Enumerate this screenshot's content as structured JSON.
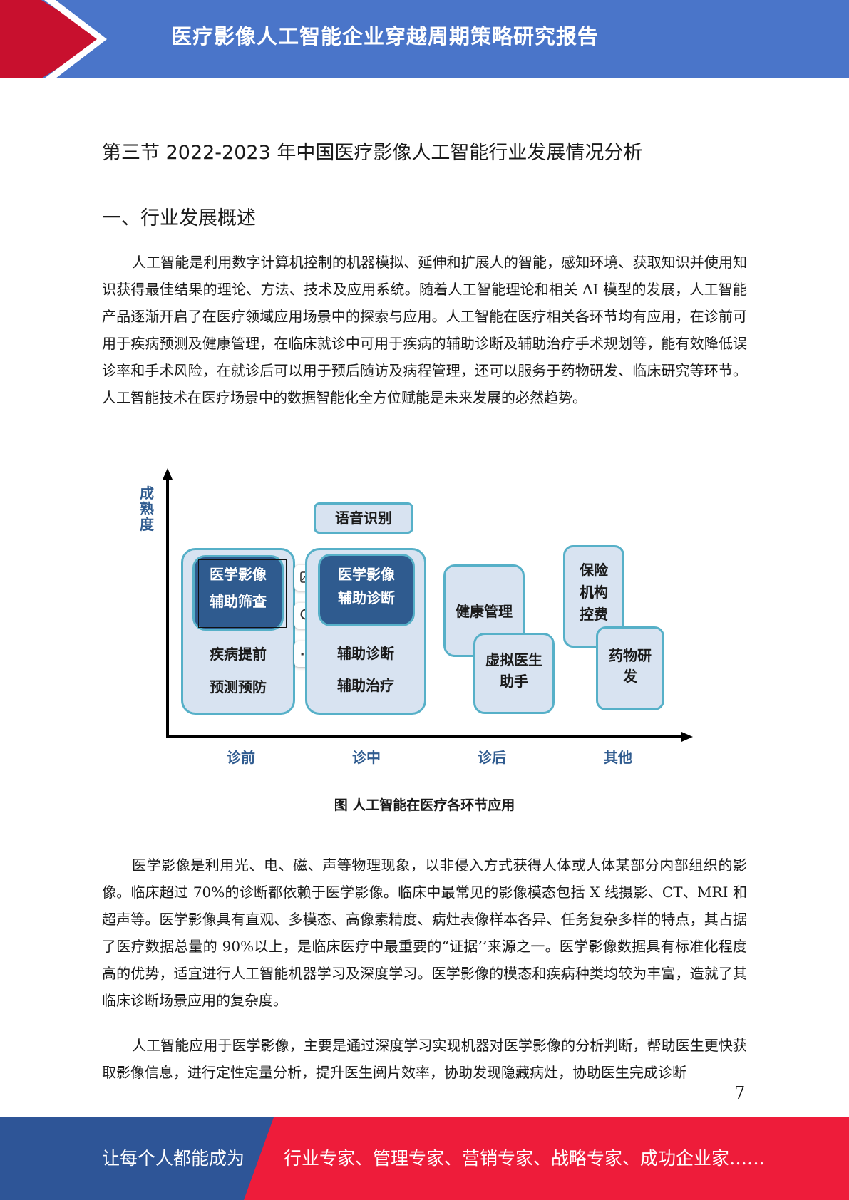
{
  "header": {
    "title": "医疗影像人工智能企业穿越周期策略研究报告"
  },
  "section_title": "第三节 2022-2023 年中国医疗影像人工智能行业发展情况分析",
  "subsection_title": "一、行业发展概述",
  "paragraphs": [
    "人工智能是利用数字计算机控制的机器模拟、延伸和扩展人的智能，感知环境、获取知识并使用知识获得最佳结果的理论、方法、技术及应用系统。随着人工智能理论和相关 AI 模型的发展，人工智能产品逐渐开启了在医疗领域应用场景中的探索与应用。人工智能在医疗相关各环节均有应用，在诊前可用于疾病预测及健康管理，在临床就诊中可用于疾病的辅助诊断及辅助治疗手术规划等，能有效降低误诊率和手术风险，在就诊后可以用于预后随访及病程管理，还可以服务于药物研发、临床研究等环节。人工智能技术在医疗场景中的数据智能化全方位赋能是未来发展的必然趋势。",
    "医学影像是利用光、电、磁、声等物理现象，以非侵入方式获得人体或人体某部分内部组织的影像。临床超过 70%的诊断都依赖于医学影像。临床中最常见的影像模态包括 X 线摄影、CT、MRI 和超声等。医学影像具有直观、多模态、高像素精度、病灶表像样本各异、任务复杂多样的特点，其占据了医疗数据总量的 90%以上，是临床医疗中最重要的“证据’’来源之一。医学影像数据具有标准化程度高的优势，适宜进行人工智能机器学习及深度学习。医学影像的模态和疾病种类均较为丰富，造就了其临床诊断场景应用的复杂度。",
    "人工智能应用于医学影像，主要是通过深度学习实现机器对医学影像的分析判断，帮助医生更快获取影像信息，进行定性定量分析，提升医生阅片效率，协助发现隐藏病灶，协助医生完成诊断"
  ],
  "figure": {
    "y_label": "成熟度",
    "x_labels": [
      "诊前",
      "诊中",
      "诊后",
      "其他"
    ],
    "boxes": {
      "screening": [
        "医学影像",
        "辅助筛查"
      ],
      "prevention": [
        "疾病提前",
        "预测预防"
      ],
      "speech": "语音识别",
      "diagnosis": [
        "医学影像",
        "辅助诊断"
      ],
      "assist": [
        "辅助诊断",
        "辅助治疗"
      ],
      "health": "健康管理",
      "virtual": [
        "虚拟医生",
        "助手"
      ],
      "insurance": [
        "保险",
        "机构",
        "控费"
      ],
      "drug": [
        "药物研",
        "发"
      ]
    },
    "toolbar_more": "···",
    "caption": "图  人工智能在医疗各环节应用"
  },
  "page_number": "7",
  "footer": {
    "left": "让每个人都能成为",
    "right": "行业专家、管理专家、营销专家、战略专家、成功企业家……"
  },
  "colors": {
    "header_blue": "#4a75c9",
    "header_red": "#c8102e",
    "footer_blue": "#2e5597",
    "footer_red": "#ee1c3a",
    "box_fill": "#d8e3f1",
    "box_dark": "#2f5b8f",
    "box_border": "#56b0c8"
  }
}
